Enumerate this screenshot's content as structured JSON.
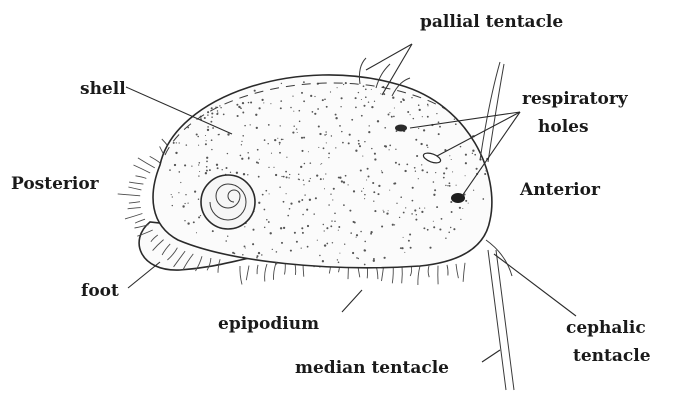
{
  "figure": {
    "labels": {
      "pallial_tentacle": "pallial tentacle",
      "shell": "shell",
      "respiratory_line1": "respiratory",
      "respiratory_line2": "holes",
      "posterior": "Posterior",
      "anterior": "Anterior",
      "foot": "foot",
      "epipodium": "epipodium",
      "cephalic_line1": "cephalic",
      "cephalic_line2": "tentacle",
      "median_tentacle": "median tentacle"
    },
    "colors": {
      "ink": "#1a1a1a",
      "background": "#ffffff",
      "shell_fill": "#fbfbfb"
    }
  }
}
